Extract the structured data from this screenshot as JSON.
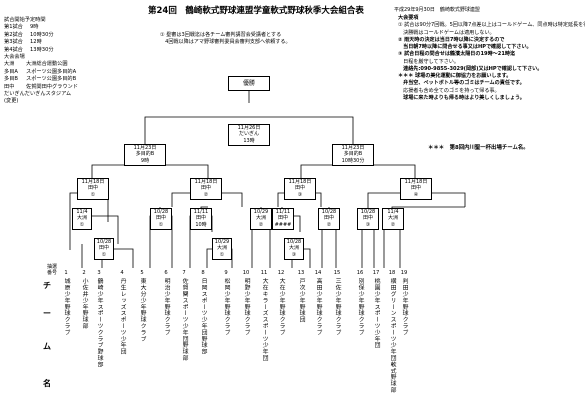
{
  "title": "第24回　鶴崎軟式野球連盟学童軟式野球秋季大会組合表",
  "date_line": "平成29年9月30日　鶴崎軟式野球連盟",
  "schedule": {
    "heading": "試合開始予定時間",
    "rows": [
      {
        "label": "第1試合",
        "time": "9時"
      },
      {
        "label": "第2試合",
        "time": "10時30分"
      },
      {
        "label": "第3試合",
        "time": "12時"
      },
      {
        "label": "第4試合",
        "time": "13時30分"
      }
    ]
  },
  "venues": {
    "heading": "大会会場",
    "rows": [
      {
        "abbr": "大洲",
        "name": "大洲総合運動公園"
      },
      {
        "abbr": "多目A",
        "name": "スポーツ公園多目的A"
      },
      {
        "abbr": "多目B",
        "name": "スポーツ公園多目的B"
      },
      {
        "abbr": "田中",
        "name": "佐賀関田中グラウンド"
      }
    ],
    "stadium": "だいぎんだいぎんスタジアム",
    "note": "(変更)"
  },
  "center_note": [
    "① 塁審は3回戦迄は各チーム審判講習会受講者とする",
    "　4回戦以降はアマ野球審判委員会審判支部へ依頼する。"
  ],
  "rules": [
    {
      "text": "大会要項",
      "bold": true
    },
    {
      "text": "① 試合は90分7回戦。5回以降7点差以上はコールドゲーム、同点時は特定延長を行う。",
      "bold": false
    },
    {
      "text": "　決勝戦はコールドゲームは適用しない。",
      "bold": false
    },
    {
      "text": "② 雨天時の決定は当日7時以降に決定するので",
      "bold": true
    },
    {
      "text": "　当日朝7時以降に問合せる事又はHPで確認して下さい。",
      "bold": true
    },
    {
      "text": "③ 試合日程の問合せは鶴濱太陽日の19時～21時迄",
      "bold": true
    },
    {
      "text": "　日程を厳守して下さい。",
      "bold": false
    },
    {
      "text": "　連絡先:090-9855-3029(岡部)又はHPで確認して下さい。",
      "bold": true
    },
    {
      "text": "＊＊＊ 球場の美化運動に御協力をお願いします。",
      "bold": true
    },
    {
      "text": "　弁当空、ペットボトル等のゴミはチームの責任です。",
      "bold": true
    },
    {
      "text": "　応援者も含め全てのゴミを持って帰る事。",
      "bold": false
    },
    {
      "text": "　球場に来た時よりも帰る時はより美しくしましょう。",
      "bold": true
    }
  ],
  "footnote": "＊＊＊　第8回内川聖一杯出場チーム名。",
  "winner_label": "優勝",
  "boxes": {
    "final": {
      "date": "11月26日",
      "venue": "だいぎん",
      "time": "13時"
    },
    "sf_left": {
      "date": "11月23日",
      "venue": "多目的B",
      "time": "9時"
    },
    "sf_right": {
      "date": "11月23日",
      "venue": "多目的B",
      "time": "10時30分"
    },
    "qf1": {
      "date": "11月18日",
      "venue": "田中",
      "time": "①"
    },
    "qf2": {
      "date": "11月18日",
      "venue": "田中",
      "time": "②"
    },
    "qf3": {
      "date": "11月18日",
      "venue": "田中",
      "time": "③"
    },
    "qf4": {
      "date": "11月18日",
      "venue": "田中",
      "time": "④"
    },
    "r2_1": {
      "date": "11/4",
      "venue": "大洲",
      "time": "①"
    },
    "r2_2": {
      "date": "10/28",
      "venue": "田中",
      "time": "①"
    },
    "r2_3": {
      "date": "11/11",
      "venue": "田中",
      "time": "10時"
    },
    "r2_4": {
      "date": "10/29",
      "venue": "大洲",
      "time": "②"
    },
    "r2_5": {
      "date": "11/11",
      "venue": "田中",
      "time": "####"
    },
    "r2_6": {
      "date": "10/28",
      "venue": "田中",
      "time": "②"
    },
    "r2_7": {
      "date": "10/28",
      "venue": "田中",
      "time": "③"
    },
    "r2_8": {
      "date": "11/4",
      "venue": "大洲",
      "time": "②"
    },
    "r1_1": {
      "date": "10/28",
      "venue": "田中",
      "time": "①"
    },
    "r1_2": {
      "date": "10/29",
      "venue": "大洲",
      "time": "①"
    },
    "r1_3": {
      "date": "10/28",
      "venue": "大洲",
      "time": "③"
    }
  },
  "draw_label": "抽選番号",
  "team_header": [
    "チ",
    "ー",
    "ム",
    "名"
  ],
  "teams": [
    {
      "num": "1",
      "name": "城原少年野球クラブ"
    },
    {
      "num": "2",
      "name": "小佐井少年野球部"
    },
    {
      "num": "3",
      "name": "鶴崎少年スポーツクラブ野球部"
    },
    {
      "num": "4",
      "name": "丹生レッズスポーツ少年団"
    },
    {
      "num": "5",
      "name": "東大分少年野球クラブ"
    },
    {
      "num": "6",
      "name": "明治少年野球クラブ"
    },
    {
      "num": "7",
      "name": "佐賀関スポーツ少年団野球部"
    },
    {
      "num": "8",
      "name": "日岡スポーツ少年団野球部"
    },
    {
      "num": "9",
      "name": "松岡少年野球クラブ"
    },
    {
      "num": "10",
      "name": "明野少年野球クラブ"
    },
    {
      "num": "11",
      "name": "大在キラーズスポーツ少年団"
    },
    {
      "num": "12",
      "name": "大在少年野球クラブ"
    },
    {
      "num": "13",
      "name": "戸次少年野球団"
    },
    {
      "num": "14",
      "name": "高田少年野球クラブ"
    },
    {
      "num": "15",
      "name": "三佐少年野球クラブ"
    },
    {
      "num": "16",
      "name": "別保少年野球クラブ"
    },
    {
      "num": "17",
      "name": "桃園少年スポーツ少年団"
    },
    {
      "num": "18",
      "name": "横田グリーンスポーツ少年団軟式野球部"
    },
    {
      "num": "19",
      "name": "判田少年野球クラブ"
    }
  ]
}
